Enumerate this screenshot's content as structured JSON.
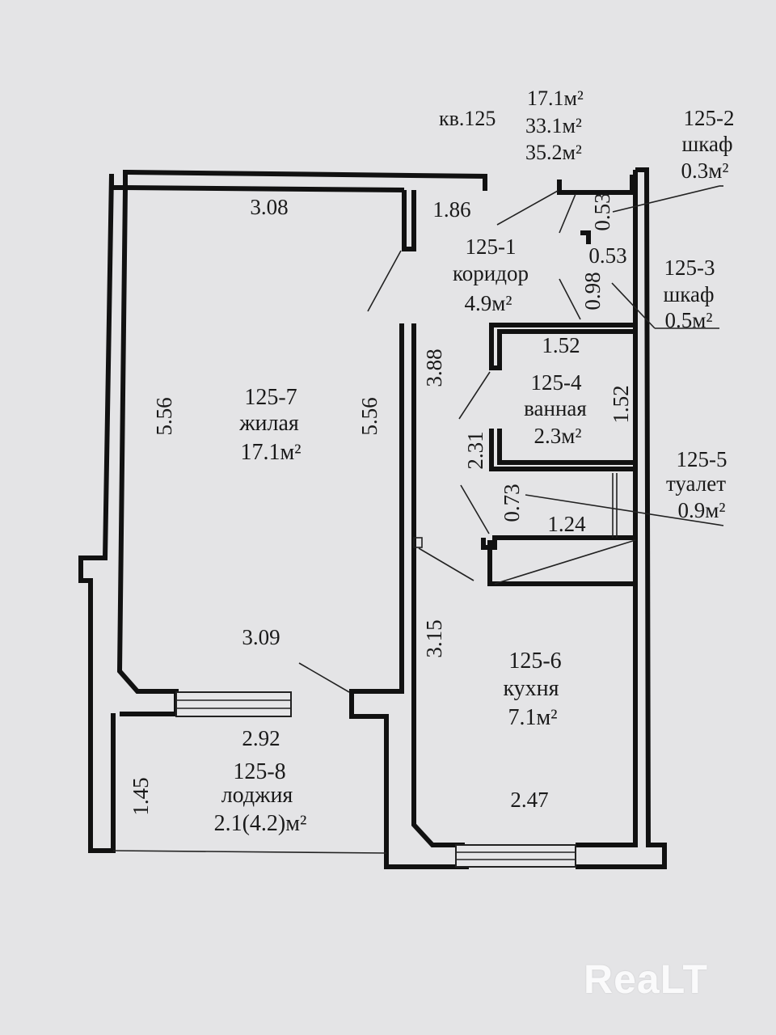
{
  "header": {
    "apartment": "кв.125",
    "area_living": "17.1м²",
    "area_total": "33.1м²",
    "area_total_loggia": "35.2м²"
  },
  "rooms": [
    {
      "id": "r-125-7",
      "name": "125-7",
      "type": "жилая",
      "area": "17.1м²"
    },
    {
      "id": "r-125-1",
      "name": "125-1",
      "type": "коридор",
      "area": "4.9м²"
    },
    {
      "id": "r-125-2",
      "name": "125-2",
      "type": "шкаф",
      "area": "0.3м²"
    },
    {
      "id": "r-125-3",
      "name": "125-3",
      "type": "шкаф",
      "area": "0.5м²"
    },
    {
      "id": "r-125-4",
      "name": "125-4",
      "type": "ванная",
      "area": "2.3м²"
    },
    {
      "id": "r-125-5",
      "name": "125-5",
      "type": "туалет",
      "area": "0.9м²"
    },
    {
      "id": "r-125-6",
      "name": "125-6",
      "type": "кухня",
      "area": "7.1м²"
    },
    {
      "id": "r-125-8",
      "name": "125-8",
      "type": "лоджия",
      "area": "2.1(4.2)м²"
    }
  ],
  "dimensions": {
    "living_top": "3.08",
    "corridor_top": "1.86",
    "living_left": "5.56",
    "living_right": "5.56",
    "living_bottom": "3.09",
    "corridor_right": "3.88",
    "closet2_depth": "0.53",
    "closet3_width": "0.53",
    "closet3_depth": "0.98",
    "bath_top": "1.52",
    "bath_right": "1.52",
    "corridor_lower": "2.31",
    "toilet_depth": "0.73",
    "toilet_width": "1.24",
    "kitchen_left": "3.15",
    "kitchen_bottom": "2.47",
    "loggia_top": "2.92",
    "loggia_left": "1.45"
  },
  "watermark": "ReaLT"
}
